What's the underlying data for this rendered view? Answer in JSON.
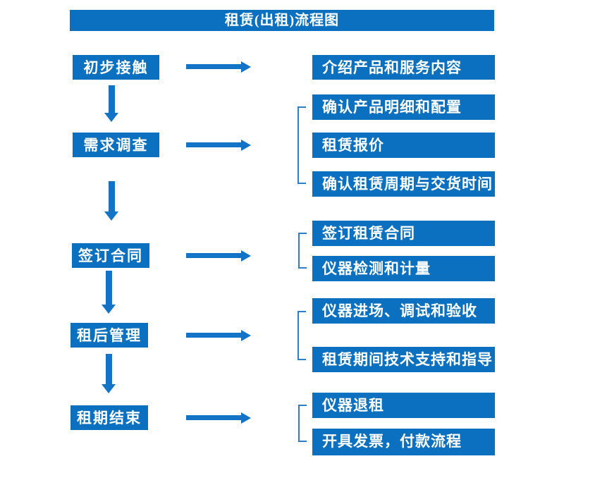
{
  "title": "租赁(出租)流程图",
  "colors": {
    "box_blue": "#0b70c0",
    "arrow_blue": "#1273c7",
    "bracket_blue": "#2e7fc9",
    "text_on_blue": "#ffffff",
    "background": "#ffffff"
  },
  "steps": [
    {
      "label": "初步接触"
    },
    {
      "label": "需求调查"
    },
    {
      "label": "签订合同"
    },
    {
      "label": "租后管理"
    },
    {
      "label": "租期结束"
    }
  ],
  "details": [
    {
      "for_step": "初步接触",
      "items": [
        "介绍产品和服务内容"
      ]
    },
    {
      "for_step": "需求调查",
      "items": [
        "确认产品明细和配置",
        "租赁报价",
        "确认租赁周期与交货时间"
      ]
    },
    {
      "for_step": "签订合同",
      "items": [
        "签订租赁合同",
        "仪器检测和计量"
      ]
    },
    {
      "for_step": "租后管理",
      "items": [
        "仪器进场、调试和验收",
        "租赁期间技术支持和指导"
      ]
    },
    {
      "for_step": "租期结束",
      "items": [
        "仪器退租",
        "开具发票，付款流程"
      ]
    }
  ]
}
